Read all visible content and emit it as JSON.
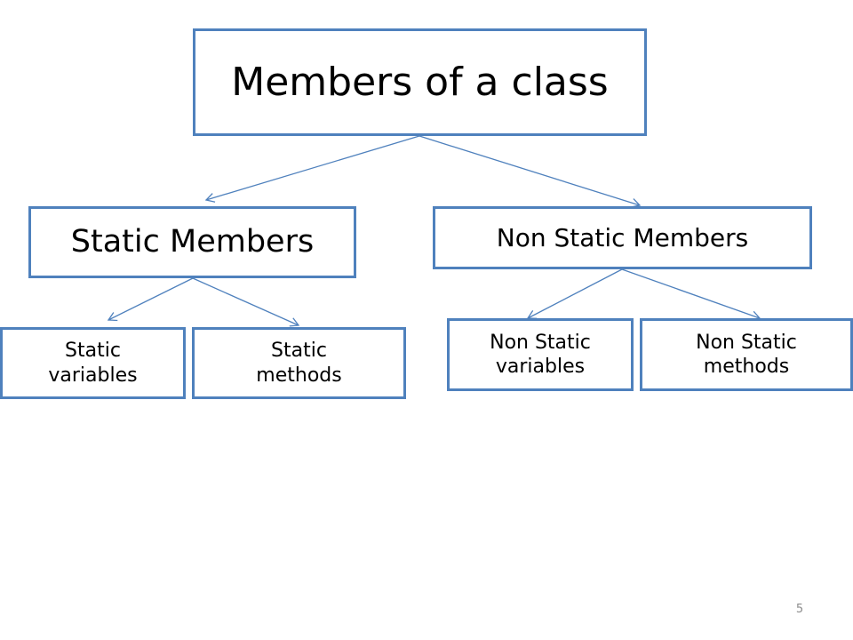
{
  "diagram": {
    "nodes": {
      "root": "Members of a class",
      "static_members": "Static Members",
      "non_static_members": "Non Static Members",
      "static_variables": "Static\nvariables",
      "static_methods": "Static\nmethods",
      "non_static_variables": "Non Static\nvariables",
      "non_static_methods": "Non Static\nmethods"
    },
    "edges": [
      {
        "from": "root",
        "to": "static_members"
      },
      {
        "from": "root",
        "to": "non_static_members"
      },
      {
        "from": "static_members",
        "to": "static_variables"
      },
      {
        "from": "static_members",
        "to": "static_methods"
      },
      {
        "from": "non_static_members",
        "to": "non_static_variables"
      },
      {
        "from": "non_static_members",
        "to": "non_static_methods"
      }
    ],
    "colors": {
      "box_border": "#4f81bd",
      "connector": "#4f81bd"
    }
  },
  "footer": {
    "page_number": "5"
  }
}
